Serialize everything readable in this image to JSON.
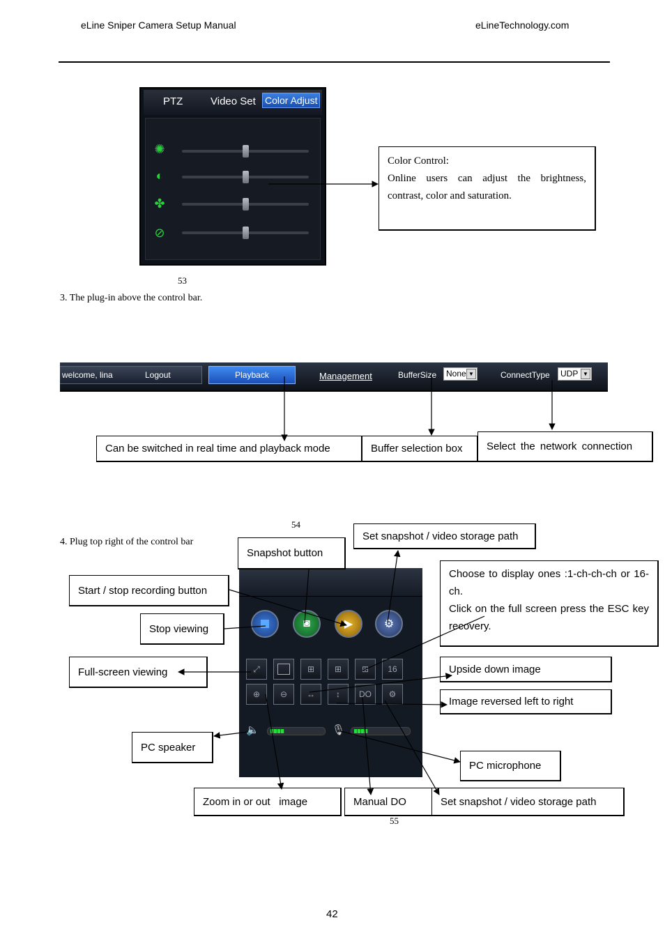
{
  "header": {
    "left": "eLine Sniper Camera Setup Manual",
    "right": "eLineTechnology.com"
  },
  "color_panel": {
    "tabs": [
      "PTZ",
      "Video Set",
      "Color Adjust"
    ],
    "sliders": [
      {
        "icon": "brightness-icon",
        "level": 0.5
      },
      {
        "icon": "contrast-icon",
        "level": 0.5
      },
      {
        "icon": "color-icon",
        "level": 0.5
      },
      {
        "icon": "saturation-icon",
        "level": 0.5
      }
    ]
  },
  "color_callout": {
    "title": "Color Control:",
    "body": "Online users can adjust the brightness, contrast, color and saturation."
  },
  "fig53": "53",
  "step3": "3. The plug-in above the control bar.",
  "control_bar": {
    "welcome": "welcome, lina",
    "logout": "Logout",
    "playback": "Playback",
    "management": "Management",
    "buffer_label": "BufferSize",
    "buffer_value": "None",
    "connect_label": "ConnectType",
    "connect_value": "UDP"
  },
  "bar_callouts": {
    "playback": "Can be switched in real time and playback mode",
    "buffer": "Buffer selection box",
    "connect": "Select the network connection"
  },
  "fig54": "54",
  "step4": "4. Plug top right of the control bar",
  "panel_labels": {
    "snapshot": "Snapshot button",
    "storage_top": "Set snapshot / video storage path",
    "display_mode_1": "Choose to display ones :1-ch-ch-ch or 16-ch.",
    "display_mode_2": "Click on the full screen press the ESC key recovery.",
    "record": "Start / stop recording button",
    "stop_view": "Stop viewing",
    "fullscreen": "Full-screen viewing",
    "upside_down": "Upside down image",
    "reversed": "Image reversed left to right",
    "pc_speaker": "PC speaker",
    "pc_mic": "PC microphone",
    "zoom": "Zoom in or out   image",
    "manual_do": "Manual DO",
    "storage_bottom": "Set snapshot / video storage path"
  },
  "panel_buttons": {
    "layout_16": "16",
    "do": "DO"
  },
  "fig55": "55",
  "page_number": "42"
}
